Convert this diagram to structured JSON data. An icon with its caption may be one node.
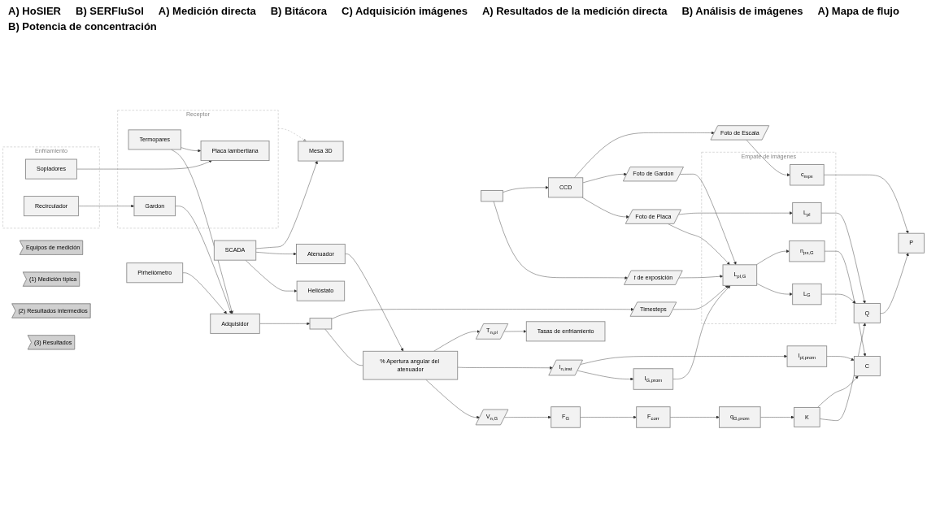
{
  "diagram": {
    "nodes": [
      {
        "text": [
          "Equipos de medición"
        ]
      },
      {
        "text": [
          "(1) Medición típica"
        ]
      },
      {
        "text": [
          "(2) Resultados intermedios"
        ]
      },
      {
        "text": [
          "(3) Resultados"
        ]
      },
      {
        "text": [
          "SCADA"
        ]
      },
      {
        "text": [
          "Helióstato"
        ]
      },
      {
        "text": [
          "Atenuador"
        ]
      },
      {
        "text": [
          "Mesa 3D"
        ]
      },
      {
        "text": [
          "Pirheliómetro"
        ]
      },
      {
        "text": [
          "Adquisidor"
        ]
      },
      {
        "text": [],
        "shape": "box"
      },
      {
        "text": [
          "Enfriamiento"
        ]
      },
      {
        "text": [
          "Sopladores"
        ],
        "in": 11
      },
      {
        "text": [
          "Recirculador"
        ],
        "in": 11
      },
      {
        "text": [
          "Receptor"
        ]
      },
      {
        "text": [
          "Termopares"
        ],
        "in": 14
      },
      {
        "text": [
          "Placa lambertiana"
        ],
        "in": 14
      },
      {
        "text": [
          "Gardon"
        ],
        "in": 14
      },
      {
        "text": [],
        "shape": "box"
      },
      {
        "text": [
          "CCD"
        ]
      },
      {
        "text": [
          "% Apertura angular del atenuador"
        ]
      },
      {
        "text": [
          "V$_{n,G}$"
        ]
      },
      {
        "text": [
          "I$_{n,inst}$"
        ]
      },
      {
        "text": [
          "T$_{n,pl}$"
        ]
      },
      {
        "text": [
          "Timesteps"
        ]
      },
      {
        "text": [
          "*t* de exposición"
        ]
      },
      {
        "text": [
          "Foto de Placa"
        ]
      },
      {
        "text": [
          "Foto de Gardon"
        ]
      },
      {
        "text": [
          "Foto de Escala"
        ]
      },
      {
        "text": [
          "F$_{G}$"
        ]
      },
      {
        "text": [
          "F$_{corr}$"
        ]
      },
      {
        "text": [
          "q$_{G,prom}$"
        ]
      },
      {
        "text": [
          "I$_{G,prom}$"
        ]
      },
      {
        "text": [
          "I$_{pl,prom}$"
        ]
      },
      {
        "text": [
          "Tasas de enfriamiento"
        ]
      },
      {
        "text": [
          "Empate de imágenes"
        ]
      },
      {
        "text": [
          "L$_{pl,G}$"
        ],
        "in": 35
      },
      {
        "text": [
          "L$_{pl}$"
        ],
        "in": 35
      },
      {
        "text": [
          "L$_{G}$"
        ],
        "in": 35
      },
      {
        "text": [
          "n$_{px,G}$"
        ],
        "in": 35
      },
      {
        "text": [
          "c$_{mpx}$"
        ],
        "in": 35
      },
      {
        "text": [
          "K"
        ]
      },
      {
        "text": [
          "Q"
        ]
      },
      {
        "text": [
          "C"
        ]
      },
      {
        "text": [
          "P"
        ]
      }
    ],
    "edges": [
      {
        "from": 4,
        "to": 5,
        "arrow": "to"
      },
      {
        "from": 4,
        "to": 6,
        "arrow": "to"
      },
      {
        "from": 4,
        "to": 7,
        "arrow": "to"
      },
      {
        "from": 6,
        "to": 20,
        "arrow": "to"
      },
      {
        "from": 14,
        "to": 7,
        "arrow": "to",
        "style": "dashed",
        "color": "#aaaaaa"
      },
      {
        "from": 8,
        "to": 9,
        "arrow": "to"
      },
      {
        "from": 9,
        "to": 10,
        "arrow": "to"
      },
      {
        "from": 15,
        "to": 9,
        "arrow": "to"
      },
      {
        "from": 17,
        "to": 9,
        "arrow": "to"
      },
      {
        "from": 15,
        "to": 16,
        "arrow": "to"
      },
      {
        "from": 12,
        "to": 16,
        "arrow": "to"
      },
      {
        "from": 13,
        "to": 17,
        "arrow": "to"
      },
      {
        "from": 10,
        "to": 20,
        "arrow": "none"
      },
      {
        "from": 10,
        "to": 24,
        "arrow": "to"
      },
      {
        "from": 18,
        "to": 25,
        "arrow": "to"
      },
      {
        "from": 18,
        "to": 19,
        "arrow": "to"
      },
      {
        "from": 19,
        "to": 26,
        "arrow": "to"
      },
      {
        "from": 19,
        "to": 27,
        "arrow": "to"
      },
      {
        "from": 19,
        "to": 28,
        "arrow": "to"
      },
      {
        "from": 20,
        "to": 21,
        "arrow": "to"
      },
      {
        "from": 20,
        "to": 22,
        "arrow": "to"
      },
      {
        "from": 20,
        "to": 23,
        "arrow": "to"
      },
      {
        "from": 21,
        "to": 29,
        "arrow": "to"
      },
      {
        "from": 29,
        "to": 30,
        "arrow": "to"
      },
      {
        "from": 30,
        "to": 31,
        "arrow": "to"
      },
      {
        "from": 22,
        "to": 32,
        "arrow": "to"
      },
      {
        "from": 22,
        "to": 33,
        "arrow": "to"
      },
      {
        "from": 23,
        "to": 34,
        "arrow": "to"
      },
      {
        "from": 24,
        "to": 36,
        "arrow": "to"
      },
      {
        "from": 25,
        "to": 36,
        "arrow": "to"
      },
      {
        "from": 32,
        "to": 36,
        "arrow": "to"
      },
      {
        "from": 26,
        "to": 36,
        "arrow": "to"
      },
      {
        "from": 27,
        "to": 36,
        "arrow": "to"
      },
      {
        "from": 26,
        "to": 37,
        "arrow": "to"
      },
      {
        "from": 36,
        "to": 38,
        "arrow": "to"
      },
      {
        "from": 36,
        "to": 39,
        "arrow": "to"
      },
      {
        "from": 28,
        "to": 40,
        "arrow": "to"
      },
      {
        "from": 31,
        "to": 41,
        "arrow": "to"
      },
      {
        "from": 41,
        "to": 42,
        "arrow": "to"
      },
      {
        "from": 41,
        "to": 43,
        "arrow": "to"
      },
      {
        "from": 33,
        "to": 43,
        "arrow": "to"
      },
      {
        "from": 37,
        "to": 42,
        "arrow": "to"
      },
      {
        "from": 38,
        "to": 42,
        "arrow": "to"
      },
      {
        "from": 39,
        "to": 43,
        "arrow": "to"
      },
      {
        "from": 42,
        "to": 44,
        "arrow": "to"
      },
      {
        "from": 40,
        "to": 44,
        "arrow": "to"
      }
    ],
    "labels": [
      "A) HoSIER",
      "B) SERFluSol",
      "A) Medición directa",
      "B) Bitácora",
      "C) Adquisición imágenes",
      "A) Resultados de la medición directa",
      "B) Análisis de imágenes",
      "A) Mapa de flujo",
      "B) Potencia de concentración"
    ]
  }
}
